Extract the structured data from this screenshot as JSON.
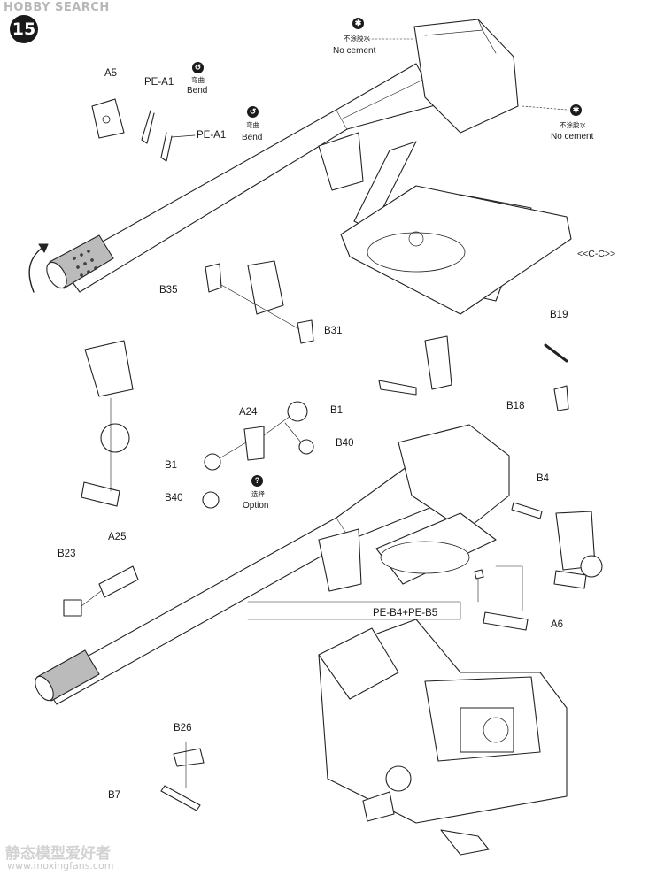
{
  "watermark": {
    "top": "HOBBY SEARCH",
    "bottom": "静态模型爱好者",
    "url": "www.moxingfans.com"
  },
  "step_number": "15",
  "notes": {
    "no_cement_1": {
      "cn": "不涂胶水",
      "en": "No cement"
    },
    "no_cement_2": {
      "cn": "不涂胶水",
      "en": "No cement"
    },
    "bend_1": {
      "cn": "弯曲",
      "en": "Bend"
    },
    "bend_2": {
      "cn": "弯曲",
      "en": "Bend"
    },
    "option": {
      "cn": "选择",
      "en": "Option"
    }
  },
  "parts": {
    "a5": "A5",
    "pe_a1_top": "PE-A1",
    "pe_a1_mid": "PE-A1",
    "b35": "B35",
    "b31": "B31",
    "cc": "<<C-C>>",
    "b19": "B19",
    "b18": "B18",
    "a24": "A24",
    "b1_right": "B1",
    "b40_right": "B40",
    "b1_left": "B1",
    "b40_left": "B40",
    "a25": "A25",
    "b23": "B23",
    "b4": "B4",
    "pe_b4_b5": "PE-B4+PE-B5",
    "a6": "A6",
    "b26": "B26",
    "b7": "B7"
  },
  "icons": {
    "no_cement": "no-cement-icon",
    "bend": "bend-icon",
    "option": "question-icon",
    "rotate": "rotate-arrow-icon"
  }
}
